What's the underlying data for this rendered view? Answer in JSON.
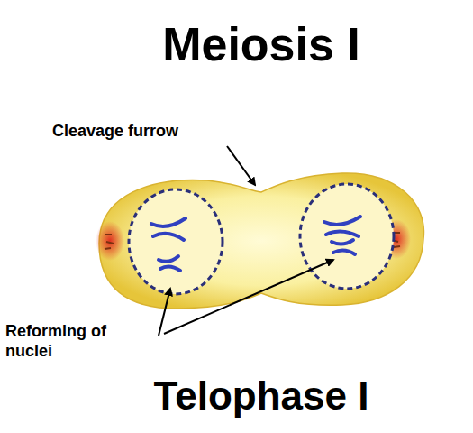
{
  "diagram": {
    "title": "Meiosis I",
    "caption": "Telophase I",
    "labels": [
      "Cleavage furrow",
      "Reforming of nuclei"
    ]
  }
}
